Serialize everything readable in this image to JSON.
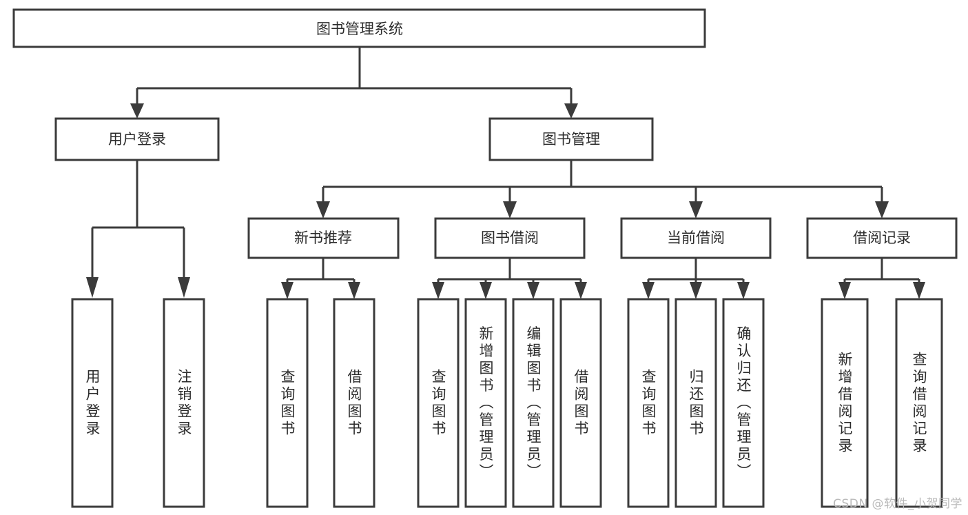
{
  "diagram": {
    "title": "图书管理系统",
    "type": "tree",
    "orientation": "top-down",
    "colors": {
      "box_stroke": "#3b3b3b",
      "box_fill": "#ffffff",
      "connector": "#3b3b3b",
      "text": "#2b2b2b",
      "background": "#ffffff",
      "watermark": "#b9b9b9"
    },
    "root": {
      "label": "图书管理系统",
      "orientation": "horizontal"
    },
    "level2": [
      {
        "label": "用户登录",
        "orientation": "horizontal"
      },
      {
        "label": "图书管理",
        "orientation": "horizontal"
      }
    ],
    "level3": [
      {
        "label": "新书推荐",
        "orientation": "horizontal"
      },
      {
        "label": "图书借阅",
        "orientation": "horizontal"
      },
      {
        "label": "当前借阅",
        "orientation": "horizontal"
      },
      {
        "label": "借阅记录",
        "orientation": "horizontal"
      }
    ],
    "leaves": {
      "用户登录": [
        {
          "label": "用户登录",
          "orientation": "vertical"
        },
        {
          "label": "注销登录",
          "orientation": "vertical"
        }
      ],
      "新书推荐": [
        {
          "label": "查询图书",
          "orientation": "vertical"
        },
        {
          "label": "借阅图书",
          "orientation": "vertical"
        }
      ],
      "图书借阅": [
        {
          "label": "查询图书",
          "orientation": "vertical"
        },
        {
          "label": "新增图书（管理员）",
          "orientation": "vertical"
        },
        {
          "label": "编辑图书（管理员）",
          "orientation": "vertical"
        },
        {
          "label": "借阅图书",
          "orientation": "vertical"
        }
      ],
      "当前借阅": [
        {
          "label": "查询图书",
          "orientation": "vertical"
        },
        {
          "label": "归还图书",
          "orientation": "vertical"
        },
        {
          "label": "确认归还（管理员）",
          "orientation": "vertical"
        }
      ],
      "借阅记录": [
        {
          "label": "新增借阅记录",
          "orientation": "vertical"
        },
        {
          "label": "查询借阅记录",
          "orientation": "vertical"
        }
      ]
    }
  },
  "watermark": {
    "text": "CSDN @软件_小贺同学"
  }
}
